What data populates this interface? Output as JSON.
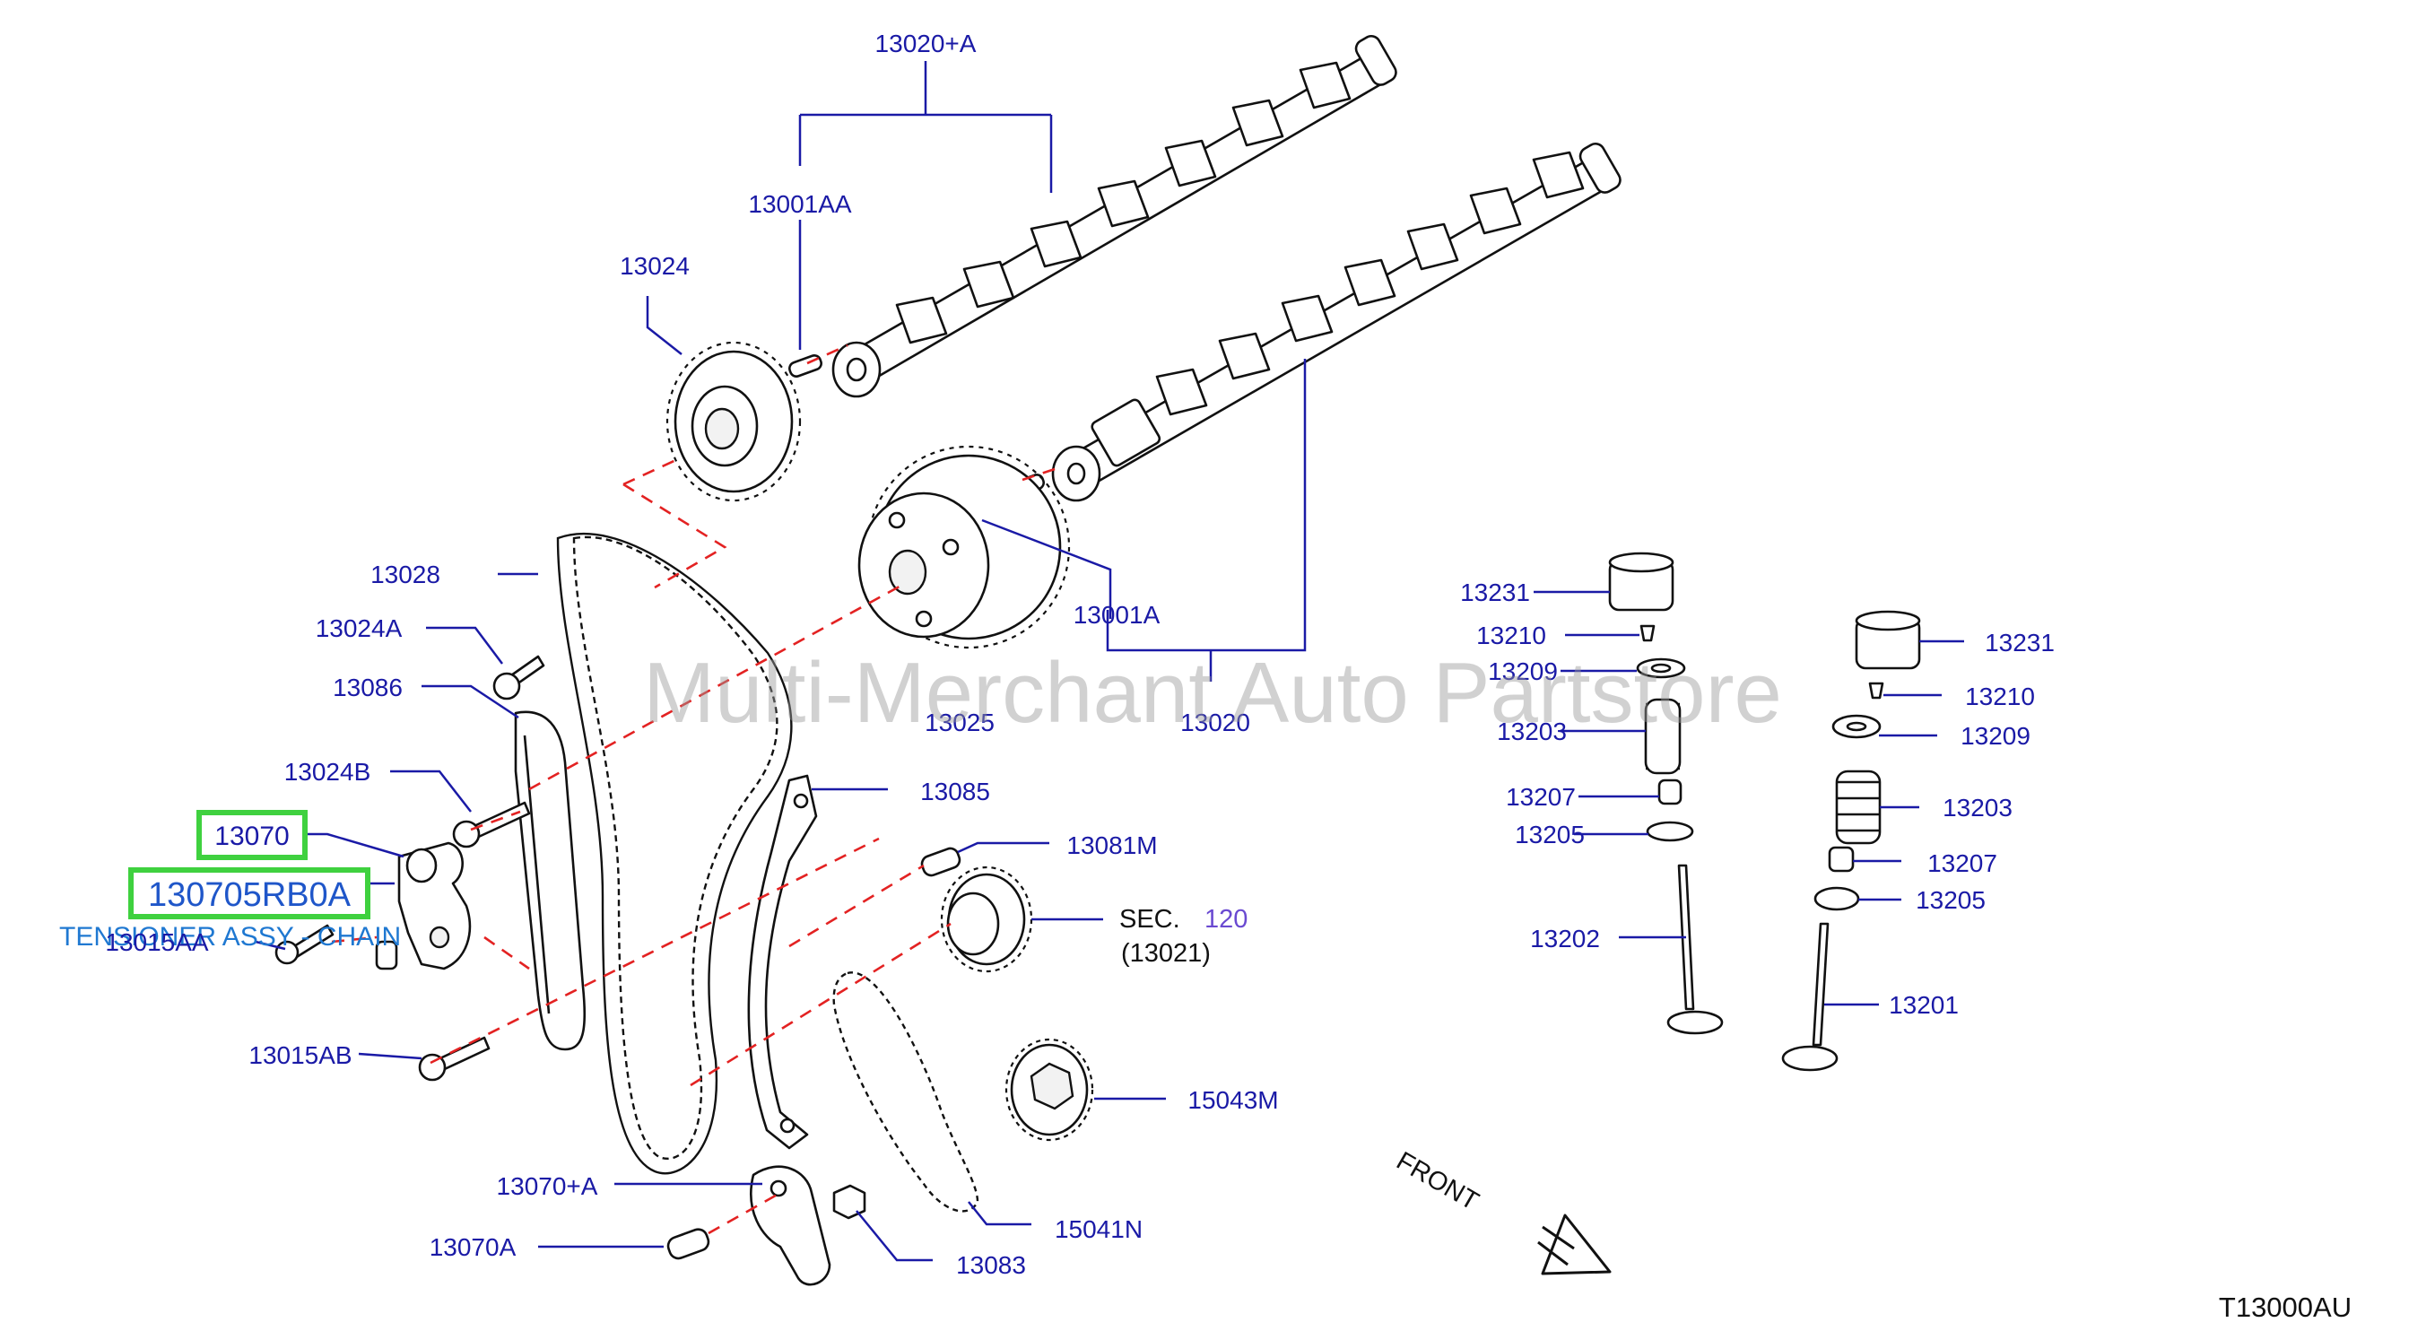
{
  "watermark": "Multi-Merchant Auto Partstore",
  "diagram_code": "T13000AU",
  "front_label": "FRONT",
  "highlight": {
    "part_number": "130705RB0A",
    "description": "TENSIONER ASSY - CHAIN",
    "callout": "13070"
  },
  "sec": {
    "label": "SEC.",
    "number": "120",
    "sub": "(13021)"
  },
  "callouts": {
    "c13020A": "13020+A",
    "c13001AA": "13001AA",
    "c13024": "13024",
    "c13028": "13028",
    "c13024A": "13024A",
    "c13086": "13086",
    "c13024B": "13024B",
    "c13015AA": "13015AA",
    "c13015AB": "13015AB",
    "c13025": "13025",
    "c13001A": "13001A",
    "c13020": "13020",
    "c13085": "13085",
    "c13081M": "13081M",
    "c15043M": "15043M",
    "c13070A_plus": "13070+A",
    "c13070A": "13070A",
    "c13083": "13083",
    "c15041N": "15041N",
    "c13231_l": "13231",
    "c13210_l": "13210",
    "c13209_l": "13209",
    "c13203_l": "13203",
    "c13207_l": "13207",
    "c13205_l": "13205",
    "c13202": "13202",
    "c13231_r": "13231",
    "c13210_r": "13210",
    "c13209_r": "13209",
    "c13203_r": "13203",
    "c13207_r": "13207",
    "c13205_r": "13205",
    "c13201": "13201"
  }
}
